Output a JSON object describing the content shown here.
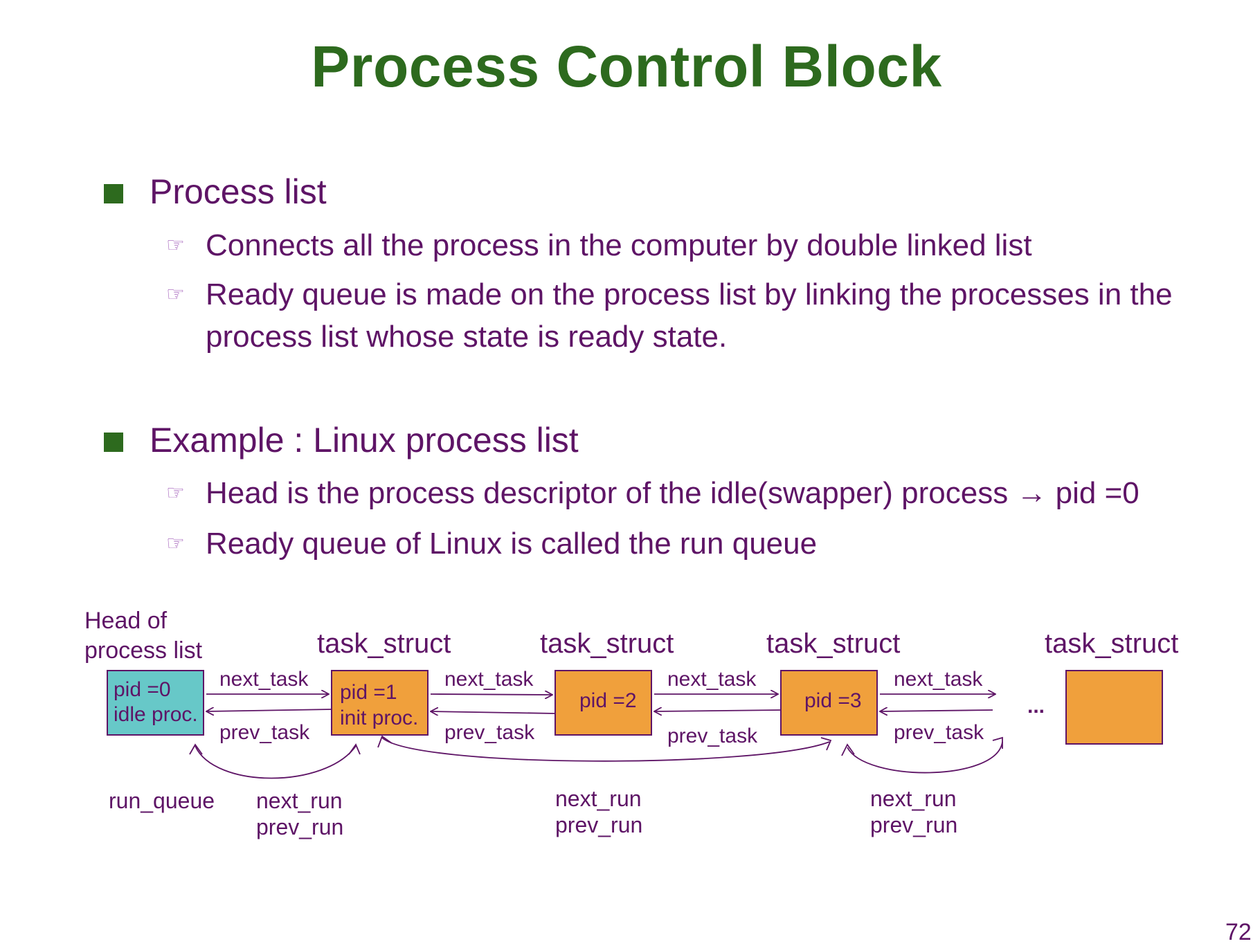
{
  "slide": {
    "title": "Process Control Block",
    "page_number": "72"
  },
  "sections": [
    {
      "heading": "Process list",
      "items": [
        "Connects all the process in the computer by double linked list",
        "Ready queue is made on the process list by linking the processes in the process list whose state is ready state."
      ]
    },
    {
      "heading": "Example : Linux process list",
      "items": [
        "Head is the process descriptor of the idle(swapper) process → pid =0",
        "Ready queue of Linux is called the run queue"
      ]
    }
  ],
  "bullet_icon": "pointing-hand-icon",
  "colors": {
    "title": "#2d6a1e",
    "text": "#5e1466",
    "bullet": "#2d6a1e",
    "head_box": "#67c8c8",
    "task_box": "#f0a03c",
    "line": "#5e1466"
  },
  "diagram": {
    "head_label_line1": "Head of",
    "head_label_line2": "process list",
    "struct_label": "task_struct",
    "nodes": [
      {
        "line1": "pid =0",
        "line2": "idle proc."
      },
      {
        "line1": "pid =1",
        "line2": "init proc."
      },
      {
        "line1": "pid =2",
        "line2": ""
      },
      {
        "line1": "pid =3",
        "line2": ""
      },
      {
        "line1": "",
        "line2": ""
      }
    ],
    "next_task": "next_task",
    "prev_task": "prev_task",
    "ellipsis": "...",
    "run_queue": "run_queue",
    "next_run": "next_run",
    "prev_run": "prev_run"
  }
}
